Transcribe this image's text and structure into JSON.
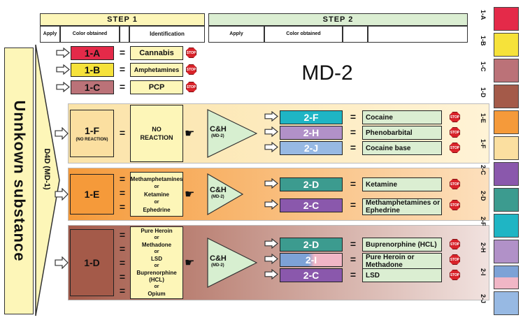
{
  "step1": {
    "title": "STEP 1",
    "apply": "Apply",
    "color": "Color obtained",
    "identification": "Identification"
  },
  "step2": {
    "title": "STEP 2",
    "apply": "Apply",
    "color": "Color obtained"
  },
  "left_label": "Unnkown substance",
  "d4d_label": "D4D (MD-1)",
  "md2_label": "MD-2",
  "stop_text": "STOP",
  "eq": "=",
  "direct": [
    {
      "code": "1-A",
      "result": "Cannabis",
      "color": "#e42a49"
    },
    {
      "code": "1-B",
      "result": "Amphetamines",
      "color": "#f6e23a"
    },
    {
      "code": "1-C",
      "result": "PCP",
      "color": "#bb7278"
    }
  ],
  "groups": [
    {
      "code": "1-F",
      "sub": "(NO REACTION)",
      "ident": "NO REACTION",
      "color": "#fbdfa0",
      "ch": "C&H",
      "ch_sub": "(MD-2)",
      "results": [
        {
          "code": "2-F",
          "color": "#1fb5c4",
          "result": "Cocaine"
        },
        {
          "code": "2-H",
          "color": "#b191c8",
          "result": "Phenobarbital"
        },
        {
          "code": "2-J",
          "color": "#97b9e3",
          "result": "Cocaine base"
        }
      ]
    },
    {
      "code": "1-E",
      "ident_lines": [
        "Methamphetamines",
        "or",
        "Ketamine",
        "or",
        "Ephedrine"
      ],
      "color": "#f59a3a",
      "ch": "C&H",
      "ch_sub": "(MD-2)",
      "results": [
        {
          "code": "2-D",
          "color": "#3c9b8f",
          "result": "Ketamine"
        },
        {
          "code": "2-C",
          "color": "#8a58ac",
          "result": "Methamphetamines or Ephedrine"
        }
      ]
    },
    {
      "code": "1-D",
      "ident_lines": [
        "Pure Heroin",
        "or",
        "Methadone",
        "or",
        "LSD",
        "or",
        "Buprenorphine",
        "(HCL)",
        "or",
        "Opium"
      ],
      "color": "#a45a49",
      "ch": "C&H",
      "ch_sub": "(MD-2)",
      "results": [
        {
          "code": "2-D",
          "color": "#3c9b8f",
          "result": "Buprenorphine (HCL)"
        },
        {
          "code": "2-I",
          "color": "#7da2d6",
          "color2": "#f1b6c6",
          "result": "Pure Heroin or Methadone"
        },
        {
          "code": "2-C",
          "color": "#8a58ac",
          "result": "LSD"
        }
      ]
    }
  ],
  "chips": [
    {
      "label": "1-A",
      "color": "#e42a49"
    },
    {
      "label": "1-B",
      "color": "#f6e23a"
    },
    {
      "label": "1-C",
      "color": "#bb7278"
    },
    {
      "label": "1-D",
      "color": "#a45a49"
    },
    {
      "label": "1-E",
      "color": "#f59a3a"
    },
    {
      "label": "1-F",
      "color": "#fbdfa0"
    },
    {
      "label": "2-C",
      "color": "#8a58ac"
    },
    {
      "label": "2-D",
      "color": "#3c9b8f"
    },
    {
      "label": "2-F",
      "color": "#1fb5c4"
    },
    {
      "label": "2-H",
      "color": "#b191c8"
    },
    {
      "label": "2-I",
      "color": "#7da2d6",
      "color2": "#f1b6c6"
    },
    {
      "label": "2-J",
      "color": "#97b9e3"
    }
  ]
}
